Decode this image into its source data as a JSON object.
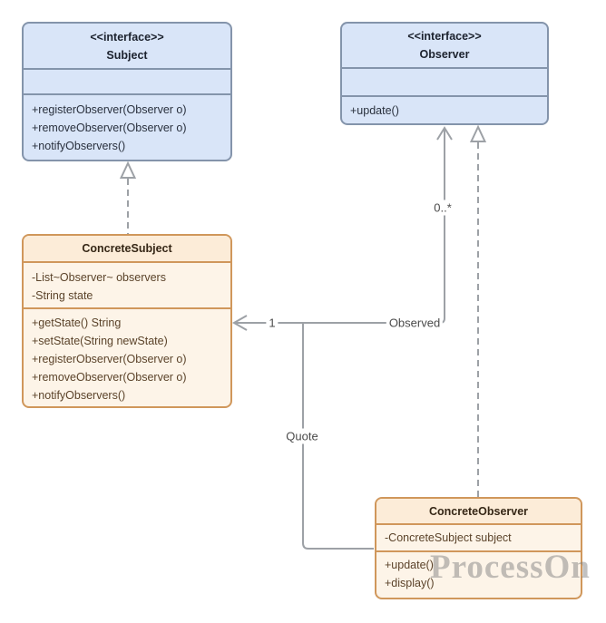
{
  "diagram": {
    "watermark": "ProcessOn",
    "colors": {
      "interface_fill": "#d9e5f8",
      "interface_border": "#8494ab",
      "class_header_fill": "#fcecd8",
      "class_body_fill": "#fdf4e8",
      "class_border": "#d0975b",
      "connector_line": "#9da1a6",
      "label_text": "#4b4b4b"
    },
    "classes": {
      "subject": {
        "stereotype": "<<interface>>",
        "name": "Subject",
        "attributes": [],
        "methods": [
          "+registerObserver(Observer o)",
          "+removeObserver(Observer o)",
          "+notifyObservers()"
        ]
      },
      "observer": {
        "stereotype": "<<interface>>",
        "name": "Observer",
        "attributes": [],
        "methods": [
          "+update()"
        ]
      },
      "concrete_subject": {
        "name": "ConcreteSubject",
        "attributes": [
          "-List~Observer~ observers",
          "-String state"
        ],
        "methods": [
          "+getState() String",
          "+setState(String newState)",
          "+registerObserver(Observer o)",
          "+removeObserver(Observer o)",
          "+notifyObservers()"
        ]
      },
      "concrete_observer": {
        "name": "ConcreteObserver",
        "attributes": [
          "-ConcreteSubject subject"
        ],
        "methods": [
          "+update()",
          "+display()"
        ]
      }
    },
    "connectors": {
      "observed_association": {
        "label": "Observed",
        "source_multiplicity": "1",
        "target_multiplicity": "0..*"
      },
      "quote_link": {
        "label": "Quote"
      }
    }
  }
}
